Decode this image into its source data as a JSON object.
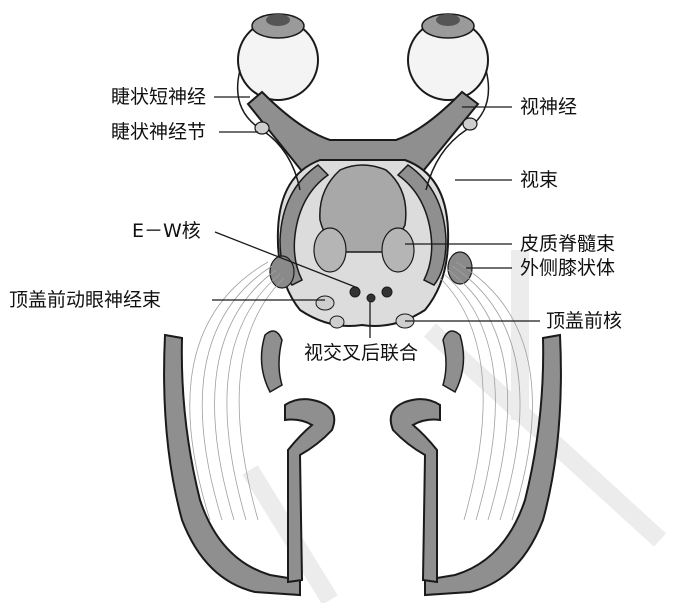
{
  "diagram": {
    "labels": {
      "short_ciliary_nerve": "睫状短神经",
      "ciliary_ganglion": "睫状神经节",
      "optic_nerve": "视神经",
      "optic_tract": "视束",
      "ew_nucleus": "E－W核",
      "corticospinal_tract": "皮质脊髓束",
      "lateral_geniculate_body": "外侧膝状体",
      "pretectal_oculomotor_tract": "顶盖前动眼神经束",
      "pretectal_nucleus": "顶盖前核",
      "posterior_chiasmal_commissure": "视交叉后联合"
    },
    "colors": {
      "structure_fill": "#8f8f8f",
      "light_fill": "#dcdcdc",
      "line": "#1a1a1a",
      "watermark": "#e6e6e6"
    }
  }
}
